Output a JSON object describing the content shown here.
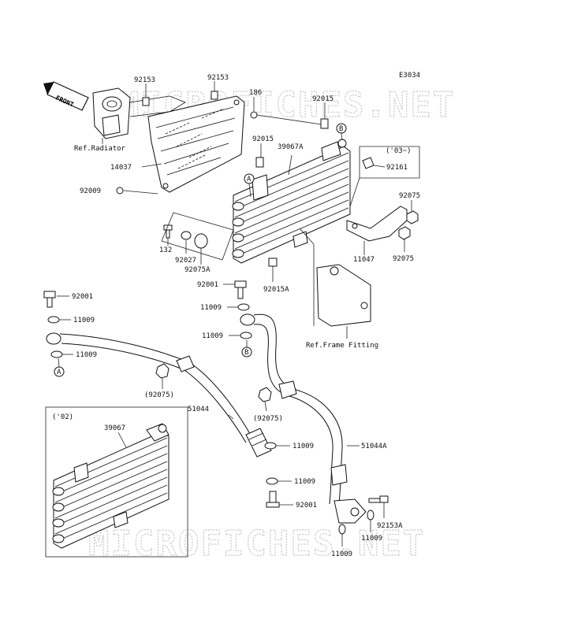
{
  "diagram": {
    "drawing_code": "E3034",
    "watermark": "MICROFICHES.NET",
    "front_arrow": "FRONT",
    "inset_label": "('02)",
    "bracket_note": "('03~)",
    "callout_letters": [
      "A",
      "B"
    ],
    "ref_labels": {
      "radiator": "Ref.Radiator",
      "frame_fitting": "Ref.Frame Fitting"
    },
    "part_labels": {
      "p92153_a": "92153",
      "p92153_b": "92153",
      "p186": "186",
      "p92015_a": "92015",
      "p92015_b": "92015",
      "p39067A": "39067A",
      "p14037": "14037",
      "p92161": "92161",
      "p92009": "92009",
      "p92075_a": "92075",
      "p92075_b": "92075",
      "p132": "132",
      "p92027": "92027",
      "p92075A": "92075A",
      "p11047": "11047",
      "p92001_a": "92001",
      "p92015A": "92015A",
      "p11009_a": "11009",
      "p11009_b": "11009",
      "p11009_c": "11009",
      "p11009_d": "11009",
      "p11009_e": "11009",
      "p11009_f": "11009",
      "p11009_g": "11009",
      "p11009_h": "11009",
      "p92075_c": "(92075)",
      "p92075_d": "(92075)",
      "p51044": "51044",
      "p51044A": "51044A",
      "p39067": "39067",
      "p92001_b": "92001",
      "p92153A": "92153A"
    }
  }
}
